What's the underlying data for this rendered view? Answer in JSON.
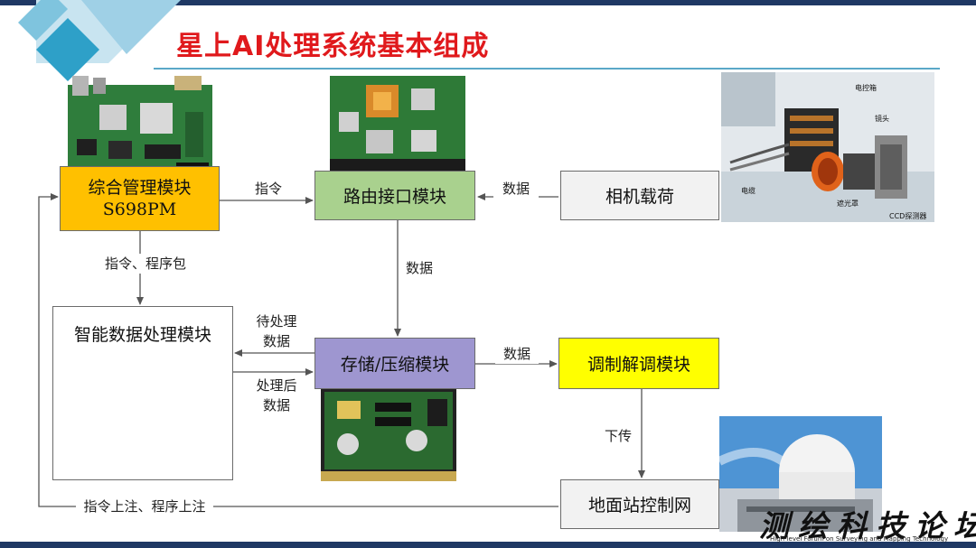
{
  "title": "星上AI处理系统基本组成",
  "boxes": {
    "mgmt_line1": "综合管理模块",
    "mgmt_line2": "S698PM",
    "router": "路由接口模块",
    "camera": "相机载荷",
    "smart": "智能数据处理模块",
    "storage": "存储/压缩模块",
    "modem": "调制解调模块",
    "ground": "地面站控制网"
  },
  "edges": {
    "cmd": "指令",
    "data_cam": "数据",
    "cmd_pkg": "指令、程序包",
    "data_down": "数据",
    "pending_1": "待处理",
    "pending_2": "数据",
    "processed_1": "处理后",
    "processed_2": "数据",
    "data_modem": "数据",
    "downlink": "下传",
    "uplink": "指令上注、程序上注"
  },
  "camera_photo_labels": {
    "controller": "电控箱",
    "lens": "镜头",
    "cable": "电缆",
    "hood": "遮光罩",
    "detector": "CCD探测器"
  },
  "watermark": {
    "title": "测绘科技论坛",
    "subtitle": "High-level Forum on Surveying and Mapping Technology"
  },
  "colors": {
    "mgmt": "#ffc000",
    "router": "#a9d18e",
    "storage": "#9e96d0",
    "modem": "#ffff00",
    "neutral": "#f2f2f2",
    "title": "#e0191c"
  }
}
